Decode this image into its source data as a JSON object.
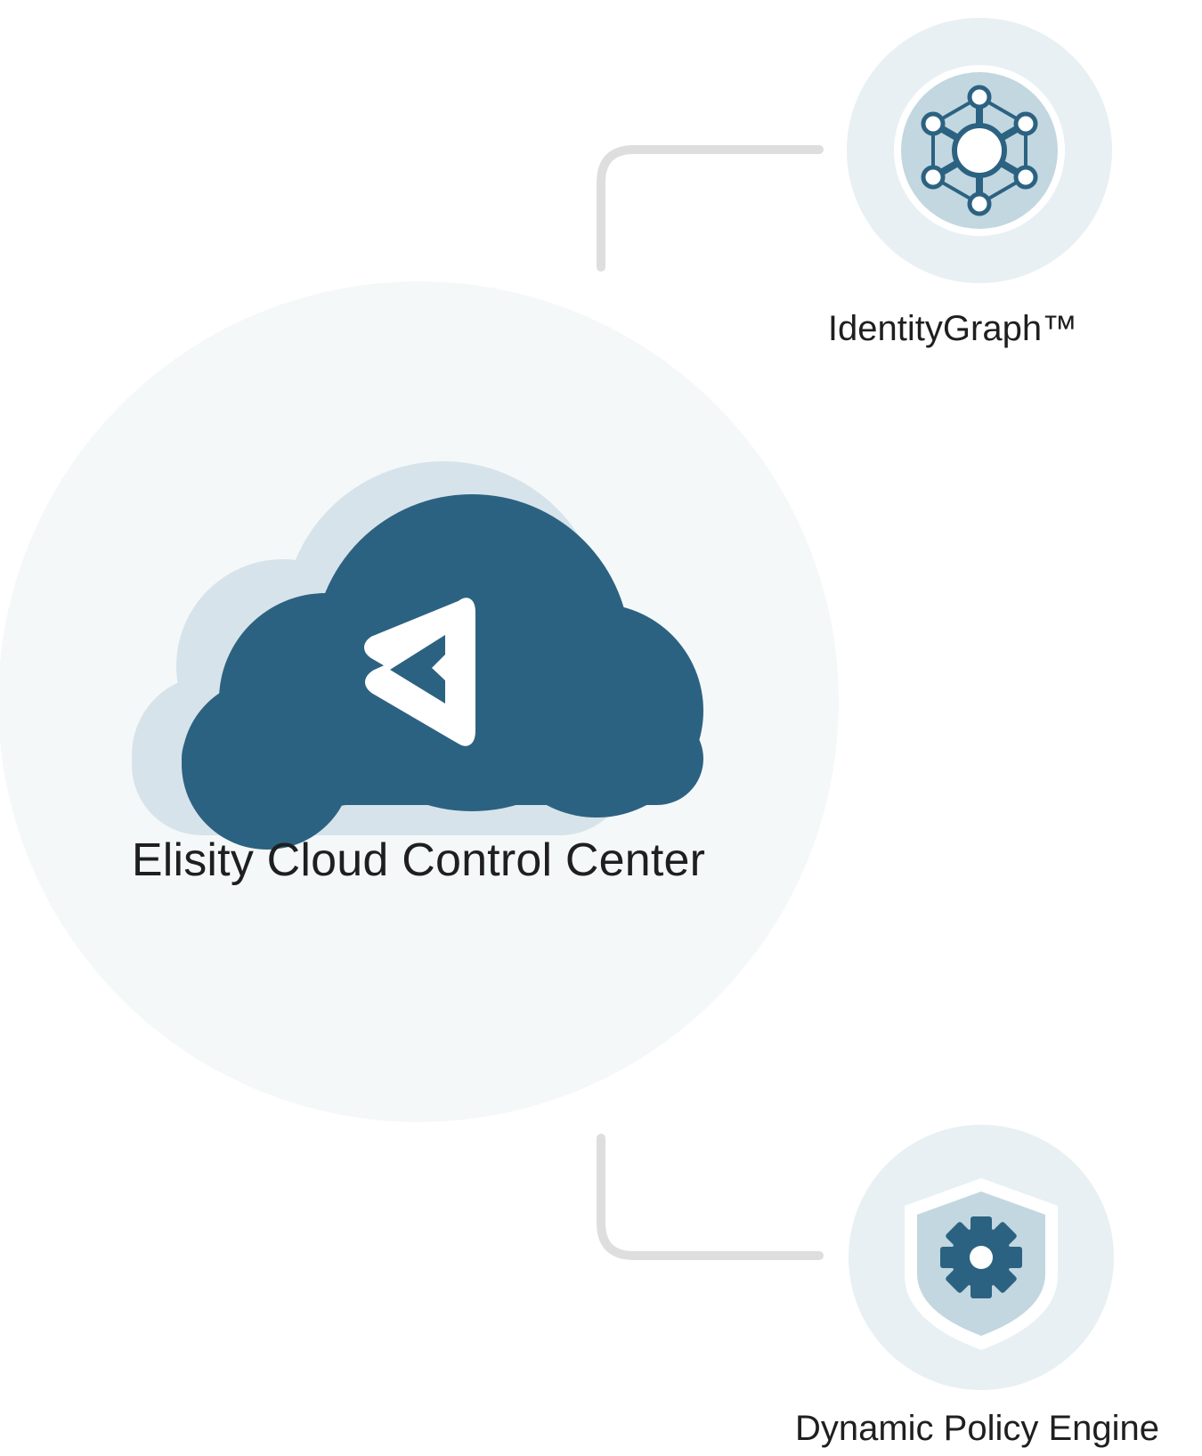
{
  "main_node": {
    "title": "Elisity Cloud Control Center",
    "icon": "cloud-logo-icon"
  },
  "nodes": [
    {
      "label": "IdentityGraph™",
      "icon": "network-graph-icon"
    },
    {
      "label": "Dynamic Policy Engine",
      "icon": "shield-gear-icon"
    }
  ],
  "colors": {
    "primary": "#2c6281",
    "cloud_shadow": "#d7e3ea",
    "main_circle": "#f4f8f9",
    "node_circle": "#e8f0f3",
    "icon_badge": "#c2d7e0",
    "connector": "#dedede",
    "text": "#1f1f1f"
  }
}
